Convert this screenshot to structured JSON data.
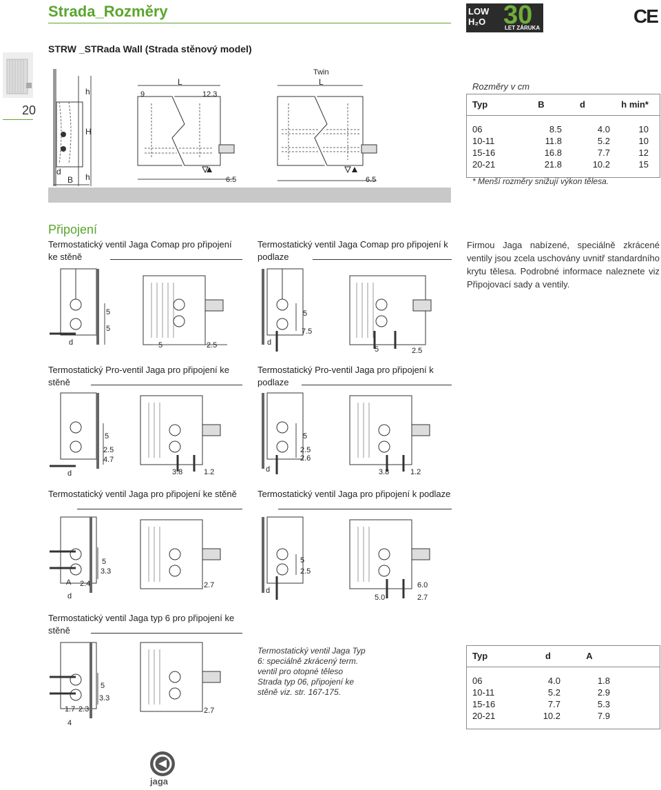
{
  "header": {
    "title": "Strada_Rozměry",
    "subtitle": "STRW _STRada Wall (Strada stěnový model)",
    "page_number": "20",
    "logo_low_h2o": "LOW H₂O",
    "logo_30": "30",
    "logo_warranty": "LET ZÁRUKA",
    "ce_mark": "CE"
  },
  "top_diagrams": {
    "side_labels": [
      "h",
      "H",
      "h",
      "d",
      "B"
    ],
    "single_L": "L",
    "single_dims": [
      "9",
      "12.3",
      "6.5"
    ],
    "twin_label": "Twin",
    "twin_L": "L",
    "twin_dim": "6.5"
  },
  "dims_table": {
    "caption": "Rozměry v cm",
    "headers": [
      "Typ",
      "B",
      "d",
      "h min*"
    ],
    "rows": [
      [
        "06",
        "8.5",
        "4.0",
        "10"
      ],
      [
        "10-11",
        "11.8",
        "5.2",
        "10"
      ],
      [
        "15-16",
        "16.8",
        "7.7",
        "12"
      ],
      [
        "20-21",
        "21.8",
        "10.2",
        "15"
      ]
    ],
    "footnote": "* Menší rozměry snižují výkon tělesa."
  },
  "connection": {
    "heading": "Připojení",
    "note": "Firmou Jaga nabízené, speciálně zkrácené ventily jsou zcela uschovány uvnitř standardního krytu tělesa. Podrobné informace naleznete viz Připojovací sady a ventily.",
    "blocks": [
      {
        "caption": "Termostatický ventil Jaga Comap pro připojení ke stěně",
        "dims": [
          "5",
          "5",
          "d",
          "5",
          "2.5"
        ]
      },
      {
        "caption": "Termostatický ventil Jaga Comap pro připojení k podlaze",
        "dims": [
          "5",
          "7.5",
          "d",
          "5",
          "2.5"
        ]
      },
      {
        "caption": "Termostatický Pro-ventil Jaga pro připojení ke stěně",
        "dims": [
          "5",
          "2.5",
          "4.7",
          "d",
          "3.8",
          "1.2"
        ]
      },
      {
        "caption": "Termostatický Pro-ventil Jaga pro připojení k podlaze",
        "dims": [
          "5",
          "2.5",
          "2.6",
          "d",
          "3.8",
          "1.2"
        ]
      },
      {
        "caption": "Termostatický ventil Jaga pro připojení ke stěně",
        "dims": [
          "5",
          "3.3",
          "A",
          "2.4",
          "d",
          "2.7"
        ]
      },
      {
        "caption": "Termostatický ventil Jaga pro připojení k podlaze",
        "dims": [
          "5",
          "2.5",
          "d",
          "6.0",
          "5.0",
          "2.7"
        ]
      },
      {
        "caption": "Termostatický ventil Jaga typ 6 pro připojení ke stěně",
        "dims": [
          "5",
          "3.3",
          "1.7",
          "2.3",
          "4",
          "2.7"
        ]
      }
    ],
    "type6_note": "Termostatický ventil Jaga Typ 6: speciálně zkrácený term. ventil pro otopné těleso Strada typ 06, připojení ke stěně viz. str. 167-175."
  },
  "valve_table": {
    "headers": [
      "Typ",
      "d",
      "A"
    ],
    "rows": [
      [
        "06",
        "4.0",
        "1.8"
      ],
      [
        "10-11",
        "5.2",
        "2.9"
      ],
      [
        "15-16",
        "7.7",
        "5.3"
      ],
      [
        "20-21",
        "10.2",
        "7.9"
      ]
    ]
  },
  "footer": {
    "brand": "jaga"
  },
  "colors": {
    "accent_green": "#5aa52e",
    "gray_bar": "#c8c8c8",
    "logo_dark": "#2b2b2b",
    "logo_green": "#6fae3a"
  }
}
